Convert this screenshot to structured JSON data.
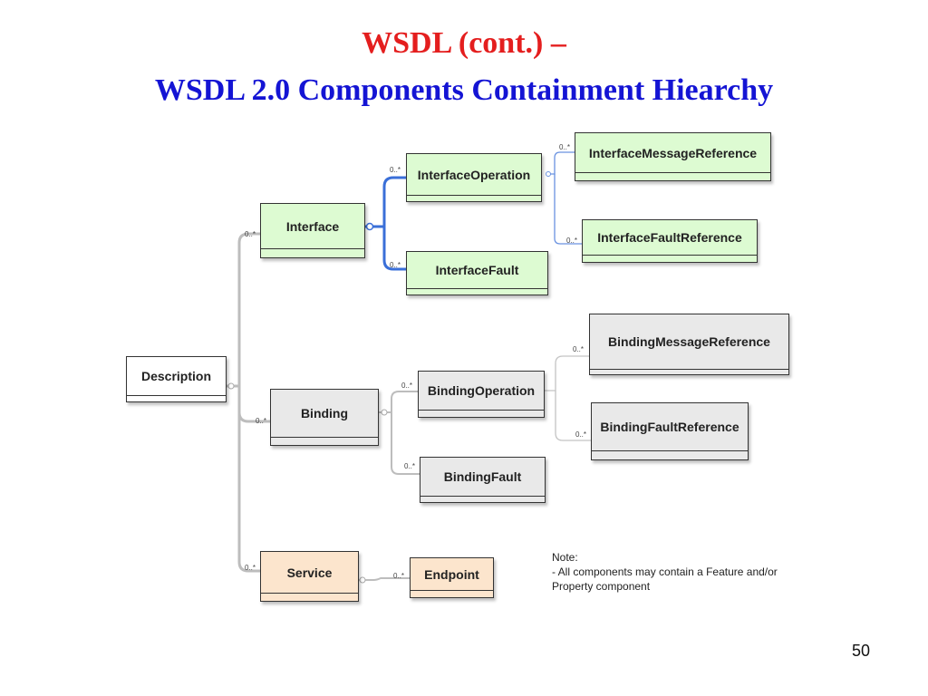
{
  "title_line1": "WSDL (cont.) –",
  "title_line2": "WSDL 2.0 Components Containment Hiearchy",
  "components": {
    "description": "Description",
    "interface": "Interface",
    "interface_operation": "InterfaceOperation",
    "interface_fault": "InterfaceFault",
    "interface_message_reference": "InterfaceMessageReference",
    "interface_fault_reference": "InterfaceFaultReference",
    "binding": "Binding",
    "binding_operation": "BindingOperation",
    "binding_fault": "BindingFault",
    "binding_message_reference": "BindingMessageReference",
    "binding_fault_reference": "BindingFaultReference",
    "service": "Service",
    "endpoint": "Endpoint"
  },
  "multiplicity": "0..*",
  "note": {
    "heading": "Note:",
    "line1": "- All components may contain a Feature and/or",
    "line2": "Property component"
  },
  "page_number": "50",
  "colors": {
    "title_red": "#e41e1e",
    "title_blue": "#1414d4",
    "interface_green": "#ddfbd2",
    "binding_gray": "#e9e9e9",
    "service_peach": "#fce5cd",
    "blue_connector": "#3a6fd8",
    "gray_connector": "#bdbdbd"
  }
}
